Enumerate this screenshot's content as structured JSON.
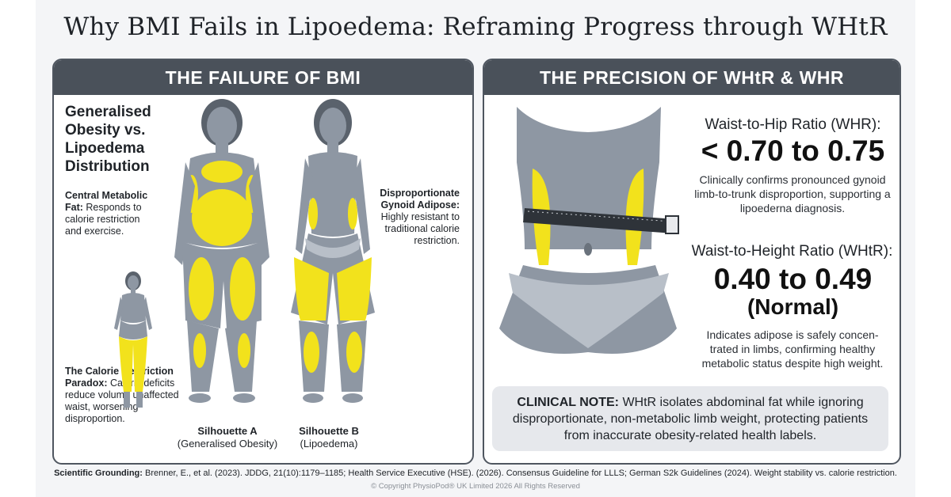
{
  "title": "Why BMI Fails in Lipoedema: Reframing Progress through WHtR",
  "left_panel": {
    "header": "THE FAILURE OF BMI",
    "heading": "Generalised Obesity vs. Lipoedema Distribution",
    "central_fat_title": "Central Metabolic Fat:",
    "central_fat_text": "Responds to calorie restriction and exercise.",
    "gynoid_title": "Disproportionate Gynoid Adipose:",
    "gynoid_text": "Highly resistant to traditional calorie restriction.",
    "paradox_title": "The Calorie Restriction Paradox:",
    "paradox_text": "Caloric deficits reduce volume unaffected waist, worsening disproportion.",
    "silhouette_a_label": "Silhouette A",
    "silhouette_a_sub": "(Generalised Obesity)",
    "silhouette_b_label": "Silhouette B",
    "silhouette_b_sub": "(Lipoedema)"
  },
  "right_panel": {
    "header": "THE PRECISION OF WHtR & WHR",
    "whr_label": "Waist-to-Hip Ratio (WHR):",
    "whr_value": "< 0.70 to 0.75",
    "whr_desc": "Clinically confirms pronounced gynoid limb-to-trunk disproportion, supporting a lipoederna diagnosis.",
    "whtr_label": "Waist-to-Height Ratio (WHtR):",
    "whtr_value": "0.40 to 0.49",
    "whtr_sub": "(Normal)",
    "whtr_desc": "Indicates adipose is safely concen-trated in limbs, confirming healthy metabolic status despite high weight."
  },
  "clinical_note": {
    "label": "CLINICAL NOTE:",
    "text": "WHtR isolates abdominal fat while ignoring disproportionate, non-metabolic limb weight, protecting patients from inaccurate obesity-related health labels."
  },
  "footer": {
    "label": "Scientific Grounding:",
    "text": "Brenner, E., et al. (2023). JDDG, 21(10):1179–1185; Health Service Executive (HSE). (2026). Consensus Guideline for LLLS; German S2k Guidelines (2024). Weight stability vs. calorie restriction."
  },
  "copyright": "© Copyright PhysioPod® UK Limited 2026 All Rights Reserved",
  "colors": {
    "header_bg": "#4a515a",
    "body_gray": "#8e97a3",
    "fat_yellow": "#f2e21c",
    "hair": "#5a626c"
  }
}
